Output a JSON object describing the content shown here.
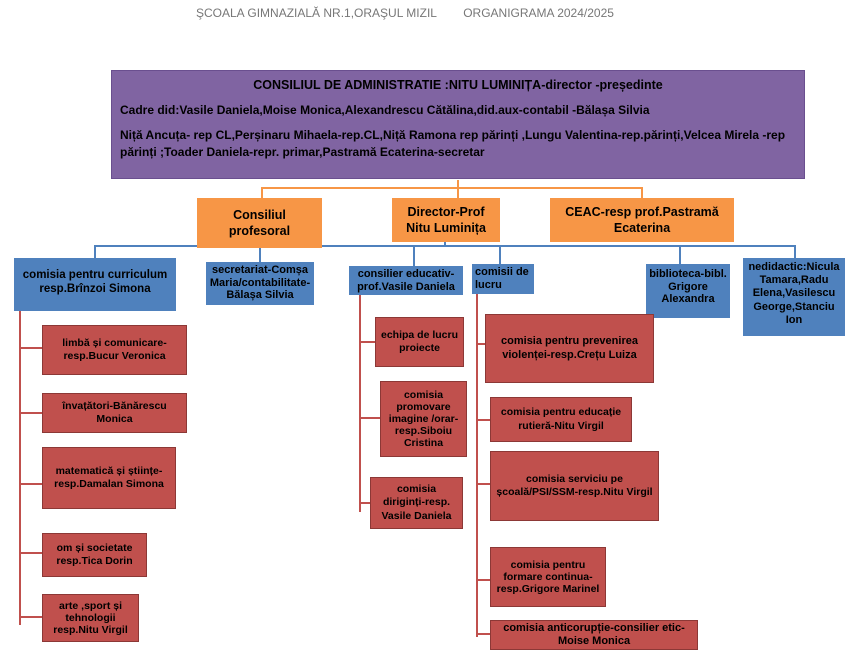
{
  "header": {
    "school": "ŞCOALA GIMNAZIALĂ NR.1,ORAŞUL MIZIL",
    "title": "ORGANIGRAMA 2024/2025"
  },
  "board": {
    "title": "CONSILIUL DE ADMINISTRATIE :NITU LUMINIȚA-director -președinte",
    "line1": "Cadre did:Vasile Daniela,Moise Monica,Alexandrescu Cătălina,did.aux-contabil -Bălașa Silvia",
    "line2": "Niță Ancuța- rep CL,Perșinaru Mihaela-rep.CL,Niță Ramona rep părinți ,Lungu Valentina-rep.părinți,Velcea Mirela -rep părinți ;Toader Daniela-repr.  primar,Pastramă Ecaterina-secretar"
  },
  "level2": {
    "council": "Consiliul profesoral",
    "director": "Director-Prof Nitu Luminița",
    "ceac": "CEAC-resp prof.Pastramă Ecaterina"
  },
  "level3": {
    "curriculum": "comisia pentru curriculum resp.Brînzoi Simona",
    "secretariat": "secretariat-Comșa Maria/contabilitate-Bălașa Silvia",
    "counselor": "consilier educativ-prof.Vasile Daniela",
    "work_commissions": "comisii de lucru",
    "library": "biblioteca-bibl. Grigore Alexandra",
    "nonteaching": "nedidactic:Nicula Tamara,Radu Elena,Vasilescu George,Stanciu Ion"
  },
  "curriculum_items": [
    "limbă și comunicare-resp.Bucur Veronica",
    "învațători-Bănărescu Monica",
    "matematică și științe-resp.Damalan Simona",
    "om și societate resp.Tica Dorin",
    "arte ,sport și tehnologii resp.Nitu Virgil"
  ],
  "counselor_items": [
    "echipa de lucru proiecte",
    "comisia promovare imagine /orar-resp.Siboiu Cristina",
    "comisia diriginți-resp. Vasile Daniela"
  ],
  "work_items": [
    "comisia pentru prevenirea violenței-resp.Crețu Luiza",
    "comisia  pentru educație rutieră-Nitu Virgil",
    "comisia serviciu pe școală/PSI/SSM-resp.Nitu Virgil",
    "comisia pentru formare continua-resp.Grigore Marinel",
    "comisia anticorupție-consilier etic-Moise Monica"
  ]
}
